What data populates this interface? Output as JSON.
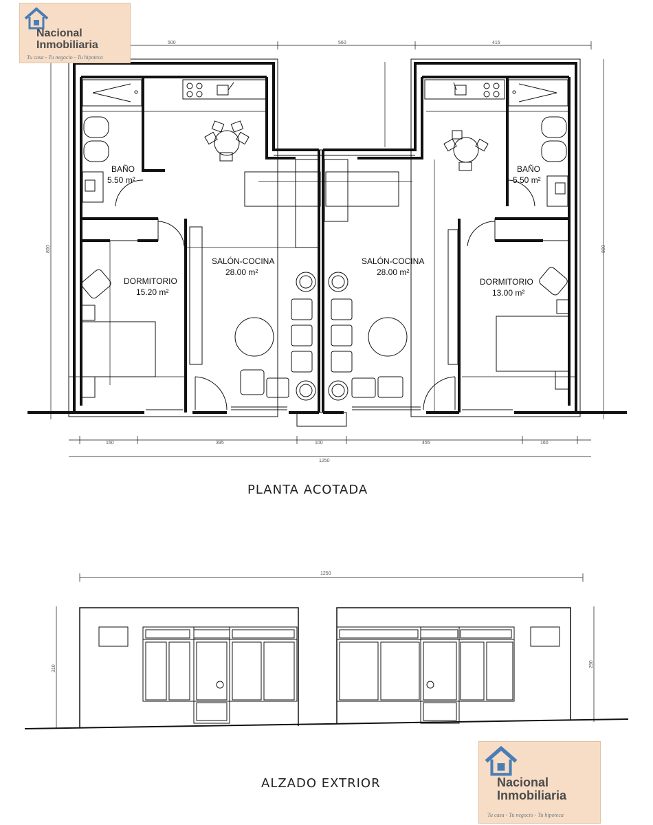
{
  "logo": {
    "name_line1": "Nacional",
    "name_line2": "Inmobiliaria",
    "tagline": "Tu casa - Tu negocio - Tu hipoteca",
    "brand_color": "#4a7db5",
    "background": "#f7ddc5"
  },
  "plan": {
    "title": "PLANTA ACOTADA",
    "rooms": [
      {
        "name": "BAÑO",
        "area": "5.50 m²"
      },
      {
        "name": "DORMITORIO",
        "area": "15.20 m²"
      },
      {
        "name": "SALÓN-COCINA",
        "area": "28.00 m²"
      },
      {
        "name": "SALÓN-COCINA",
        "area": "28.00 m²"
      },
      {
        "name": "DORMITORIO",
        "area": "13.00 m²"
      },
      {
        "name": "BAÑO",
        "area": "5.50 m²"
      }
    ],
    "dims_top": [
      "500",
      "560",
      "415"
    ],
    "dims_bottom": [
      "160",
      "395",
      "100",
      "455",
      "160"
    ],
    "dims_total": "1250",
    "dims_side": [
      "800",
      "800"
    ]
  },
  "elevation": {
    "title": "ALZADO EXTRIOR",
    "dim_total": "1250",
    "dims_side": [
      "310",
      "290"
    ]
  }
}
